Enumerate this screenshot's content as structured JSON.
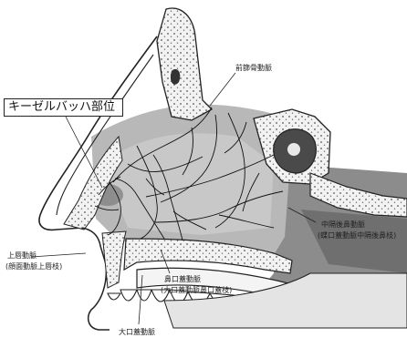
{
  "labels": {
    "kiesselbach": "キーゼルバッハ部位",
    "anterior_ethmoidal": "前篩骨動脈",
    "posterior_septal_1": "中隔後鼻動脈",
    "posterior_septal_2": "(蝶口蓋動脈中隔後鼻枝)",
    "superior_labial_1": "上唇動脈",
    "superior_labial_2": "(顔面動脈上唇枝)",
    "nasopalatine_1": "鼻口蓋動脈",
    "nasopalatine_2": "(大口蓋動脈鼻口蓋枝)",
    "greater_palatine": "大口蓋動脈"
  }
}
